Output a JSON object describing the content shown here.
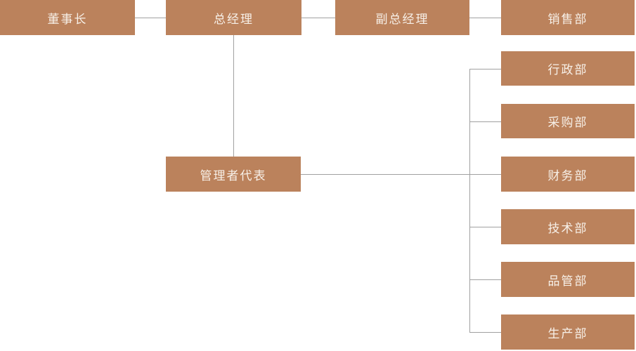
{
  "diagram": {
    "type": "org-chart",
    "title": "",
    "nodes": {
      "chairman": {
        "label": "董事长"
      },
      "general_manager": {
        "label": "总经理"
      },
      "deputy_general_manager": {
        "label": "副总经理"
      },
      "sales_dept": {
        "label": "销售部"
      },
      "management_representative": {
        "label": "管理者代表"
      },
      "admin_dept": {
        "label": "行政部"
      },
      "purchasing_dept": {
        "label": "采购部"
      },
      "finance_dept": {
        "label": "财务部"
      },
      "technology_dept": {
        "label": "技术部"
      },
      "quality_dept": {
        "label": "品管部"
      },
      "production_dept": {
        "label": "生产部"
      }
    },
    "edges": [
      {
        "from": "chairman",
        "to": "general_manager"
      },
      {
        "from": "general_manager",
        "to": "deputy_general_manager"
      },
      {
        "from": "deputy_general_manager",
        "to": "sales_dept"
      },
      {
        "from": "general_manager",
        "to": "management_representative"
      },
      {
        "from": "management_representative",
        "to": "admin_dept"
      },
      {
        "from": "management_representative",
        "to": "purchasing_dept"
      },
      {
        "from": "management_representative",
        "to": "finance_dept"
      },
      {
        "from": "management_representative",
        "to": "technology_dept"
      },
      {
        "from": "management_representative",
        "to": "quality_dept"
      },
      {
        "from": "management_representative",
        "to": "production_dept"
      }
    ],
    "colors": {
      "node_fill": "#bb825c",
      "node_text": "#f7f0e8",
      "line": "#a0a0a0",
      "background": "#ffffff"
    }
  }
}
